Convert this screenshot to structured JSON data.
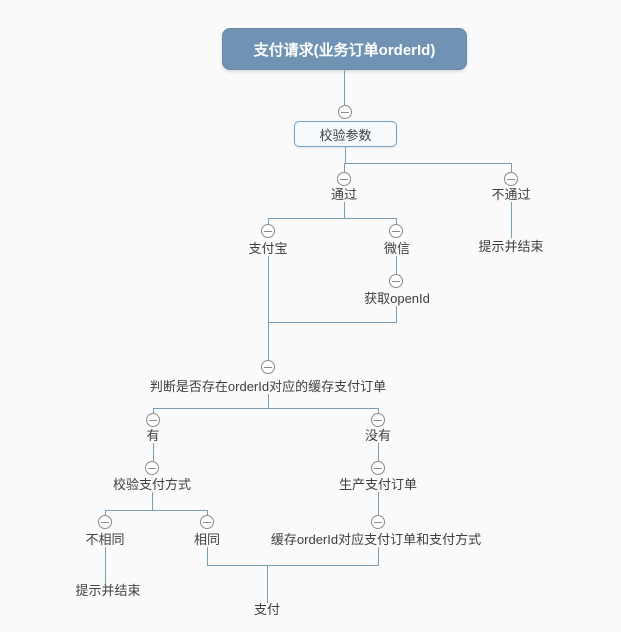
{
  "colors": {
    "background": "#fafafa",
    "root_fill": "#7193b3",
    "root_text": "#ffffff",
    "sub_box_border": "#6fa1c9",
    "sub_box_fill": "#f6fafd",
    "connector_line": "#7a9eb5",
    "collapse_icon_stroke": "#8c8c8c",
    "topic_text": "#3f3f3f"
  },
  "icons": {
    "collapse": "minus-in-circle"
  },
  "nodes": {
    "root": {
      "label": "支付请求(业务订单orderId)"
    },
    "validate": {
      "label": "校验参数"
    },
    "pass": {
      "label": "通过"
    },
    "fail": {
      "label": "不通过"
    },
    "fail_end": {
      "label": "提示并结束"
    },
    "alipay": {
      "label": "支付宝"
    },
    "wechat": {
      "label": "微信"
    },
    "openid": {
      "label": "获取openId"
    },
    "judge": {
      "label": "判断是否存在orderId对应的缓存支付订单"
    },
    "has": {
      "label": "有"
    },
    "none": {
      "label": "没有"
    },
    "check_method": {
      "label": "校验支付方式"
    },
    "not_same": {
      "label": "不相同"
    },
    "same": {
      "label": "相同"
    },
    "not_same_end": {
      "label": "提示并结束"
    },
    "create_order": {
      "label": "生产支付订单"
    },
    "cache_order": {
      "label": "缓存orderId对应支付订单和支付方式"
    },
    "pay": {
      "label": "支付"
    }
  }
}
